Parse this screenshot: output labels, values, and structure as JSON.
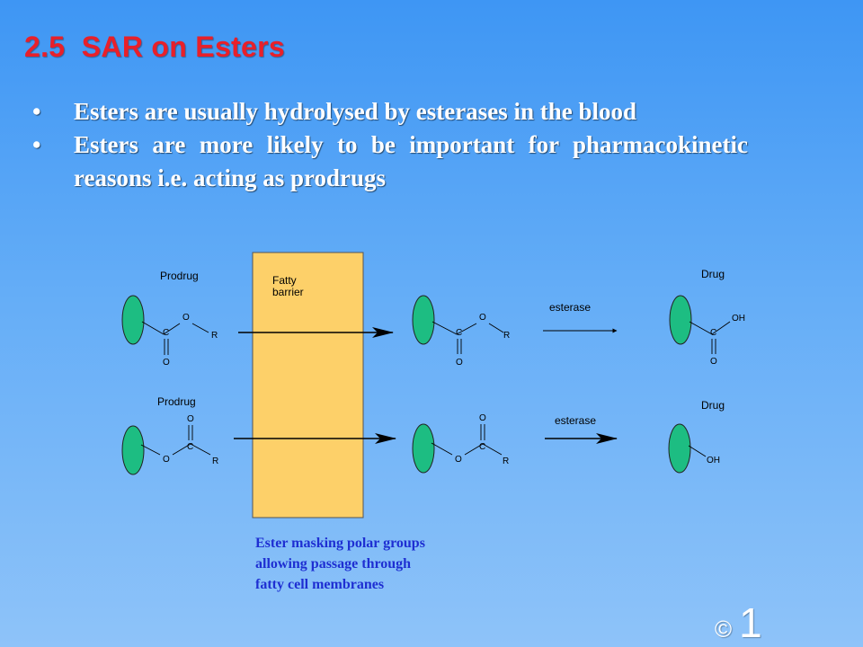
{
  "slide": {
    "title": "2.5  SAR on Esters",
    "bullets": [
      "Esters are usually hydrolysed by esterases in the blood",
      "Esters are more likely to be important for pharmacokinetic reasons i.e. acting as prodrugs"
    ],
    "bullet_symbol": "•",
    "copyright_symbol": "©",
    "page_number": "1"
  },
  "diagram": {
    "barrier_label_line1": "Fatty",
    "barrier_label_line2": "barrier",
    "top_left_label": "Prodrug",
    "bottom_left_label": "Prodrug",
    "top_right_label": "Drug",
    "bottom_right_label": "Drug",
    "top_enzyme": "esterase",
    "bottom_enzyme": "esterase",
    "atom_C": "C",
    "atom_O": "O",
    "atom_R": "R",
    "atom_OH": "OH",
    "caption_lines": [
      "Ester masking polar groups",
      "allowing passage through",
      "fatty cell membranes"
    ],
    "colors": {
      "title": "#e8202a",
      "group": "#1dbd82",
      "barrier": "#fdd069",
      "caption": "#1e2fd2"
    }
  }
}
